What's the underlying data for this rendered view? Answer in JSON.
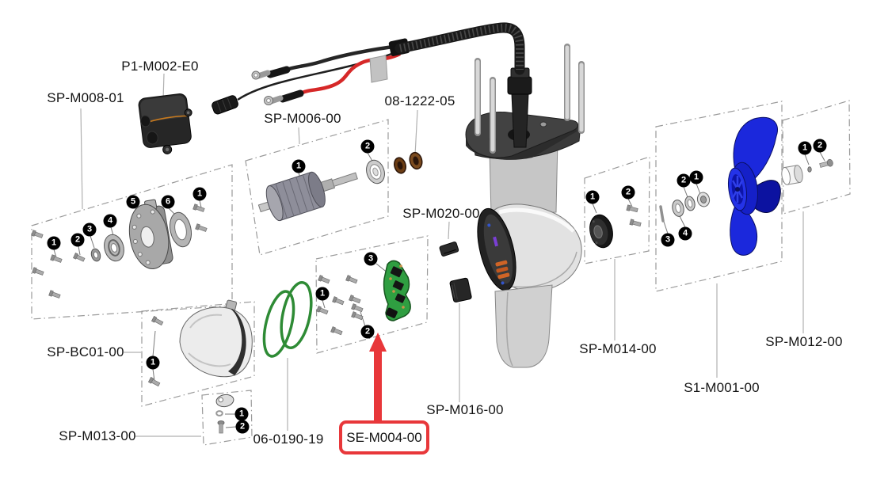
{
  "diagram": {
    "kind": "exploded-parts-diagram"
  },
  "labels": {
    "p1_m002_e0": "P1-M002-E0",
    "sp_m008_01": "SP-M008-01",
    "sp_m006_00": "SP-M006-00",
    "c08_1222_05": "08-1222-05",
    "sp_m020_00": "SP-M020-00",
    "sp_m014_00": "SP-M014-00",
    "sp_m012_00": "SP-M012-00",
    "s1_m001_00": "S1-M001-00",
    "sp_m016_00": "SP-M016-00",
    "se_m004_00": "SE-M004-00",
    "c06_0190_19": "06-0190-19",
    "sp_bc01_00": "SP-BC01-00",
    "sp_m013_00": "SP-M013-00"
  },
  "highlight": {
    "selected_part": "SE-M004-00",
    "box_color": "#e8373a"
  },
  "callouts": {
    "sp_m008": [
      "1",
      "2",
      "3",
      "4",
      "5",
      "6",
      "1"
    ],
    "sp_m006": [
      "1",
      "2"
    ],
    "se_m004": [
      "1",
      "2",
      "3"
    ],
    "sp_bc01": [
      "1"
    ],
    "sp_m013": [
      "1",
      "2"
    ],
    "sp_m014": [
      "1",
      "2"
    ],
    "s1_m001": [
      "1",
      "2",
      "3",
      "4"
    ],
    "sp_m012": [
      "1",
      "2"
    ]
  },
  "colors": {
    "highlight_red": "#e8373a",
    "propeller_blue": "#1b28dc",
    "pcb_green": "#2f9e41",
    "oring_green": "#2e8b35",
    "brass": "#6b3d14"
  }
}
